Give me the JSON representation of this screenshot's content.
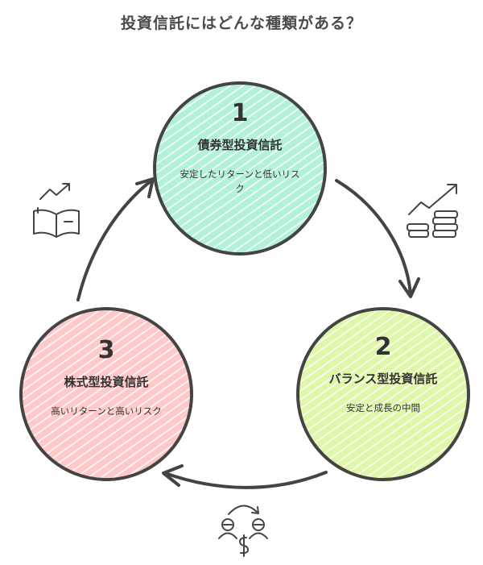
{
  "title": "投資信託にはどんな種類がある？",
  "nodes": [
    {
      "number": "1",
      "name": "債券型投資信託",
      "desc": "安定したリターンと低いリスク",
      "fill": "#b2f2d8"
    },
    {
      "number": "2",
      "name": "バランス型投資信託",
      "desc": "安定と成長の中間",
      "fill": "#dff7a8"
    },
    {
      "number": "3",
      "name": "株式型投資信託",
      "desc": "高いリターンと高いリスク",
      "fill": "#ffc9c9"
    }
  ],
  "icons": [
    "book-growth-icon",
    "coins-growth-icon",
    "money-exchange-icon"
  ],
  "colors": {
    "stroke": "#444444",
    "text": "#333333"
  }
}
